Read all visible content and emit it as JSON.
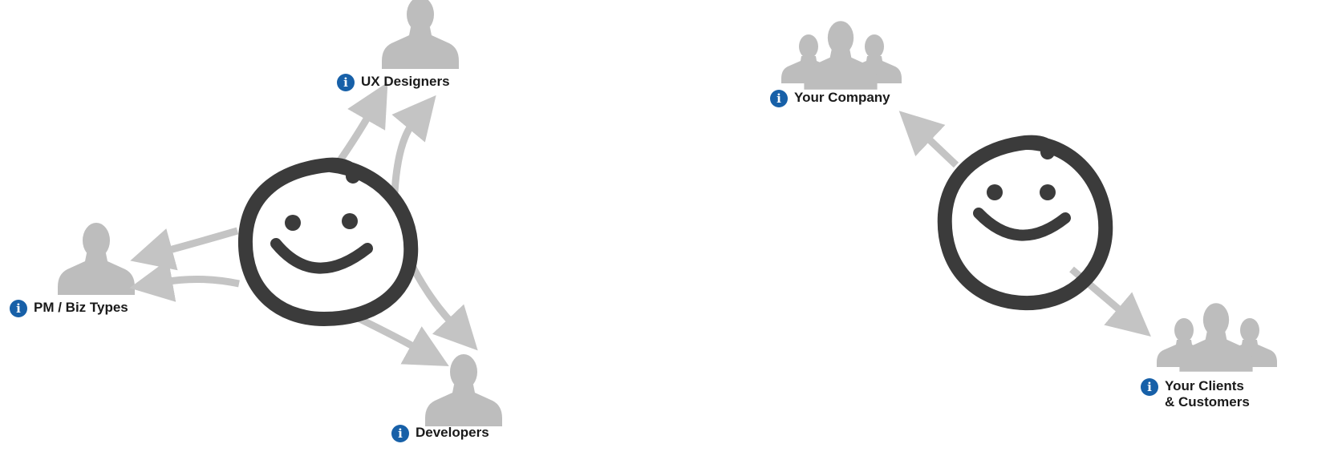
{
  "left_diagram": {
    "roles": [
      {
        "id": "ux",
        "label": "UX Designers",
        "info_icon": "i"
      },
      {
        "id": "pm",
        "label": "PM / Biz Types",
        "info_icon": "i"
      },
      {
        "id": "dev",
        "label": "Developers",
        "info_icon": "i"
      }
    ]
  },
  "right_diagram": {
    "company": {
      "label": "Your Company",
      "info_icon": "i"
    },
    "clients": {
      "label_line1": "Your Clients",
      "label_line2": "& Customers",
      "info_icon": "i"
    }
  },
  "colors": {
    "arrow": "#c4c4c4",
    "face": "#3b3b3b",
    "person": "#bdbdbd",
    "info_badge": "#1760a8",
    "label_text": "#1a1a1a"
  }
}
